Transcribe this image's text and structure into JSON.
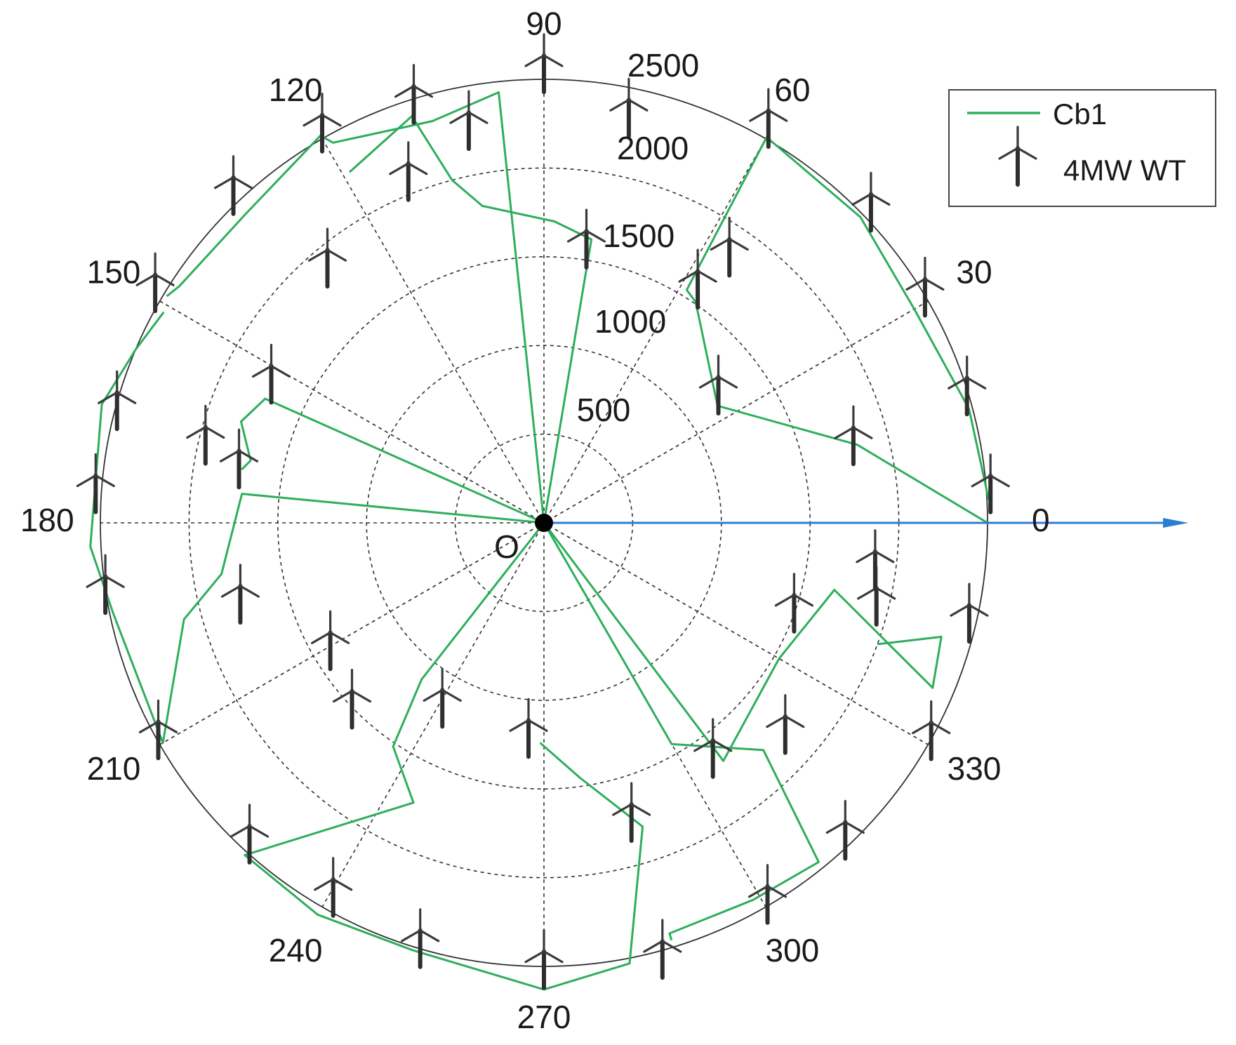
{
  "chart_data": {
    "type": "polar",
    "title": "",
    "angular_ticks": [
      "0",
      "30",
      "60",
      "90",
      "120",
      "150",
      "180",
      "210",
      "240",
      "270",
      "300",
      "330"
    ],
    "angular_tick_values": [
      0,
      30,
      60,
      90,
      120,
      150,
      180,
      210,
      240,
      270,
      300,
      330
    ],
    "radial_ticks": [
      "500",
      "1000",
      "1500",
      "2000",
      "2500"
    ],
    "radial_tick_values": [
      500,
      1000,
      1500,
      2000,
      2500
    ],
    "rlim": [
      0,
      2500
    ],
    "grid": true,
    "origin_label": "O",
    "reference_direction_deg": 0,
    "legend": {
      "placement": "top-right",
      "entries": [
        {
          "label": "Cb1",
          "symbol": "line",
          "color": "#2eae5c"
        },
        {
          "label": "4MW WT",
          "symbol": "turbine-icon",
          "color": "#3a3a3a"
        }
      ]
    },
    "colors": {
      "cable": "#2eae5c",
      "arrow": "#2a7fd4",
      "turbine": "#3a3a3a",
      "grid": "#333333"
    },
    "turbines": [
      {
        "r": 2500,
        "theta": 90
      },
      {
        "r": 2440,
        "theta": 107.5
      },
      {
        "r": 2500,
        "theta": 120
      },
      {
        "r": 2520,
        "theta": 134
      },
      {
        "r": 2530,
        "theta": 150
      },
      {
        "r": 2480,
        "theta": 166
      },
      {
        "r": 2530,
        "theta": 177
      },
      {
        "r": 2510,
        "theta": 190
      },
      {
        "r": 2510,
        "theta": 210
      },
      {
        "r": 2480,
        "theta": 228
      },
      {
        "r": 2450,
        "theta": 241
      },
      {
        "r": 2530,
        "theta": 254
      },
      {
        "r": 2550,
        "theta": 270
      },
      {
        "r": 2580,
        "theta": 285
      },
      {
        "r": 2520,
        "theta": 300
      },
      {
        "r": 2490,
        "theta": 313
      },
      {
        "r": 2520,
        "theta": 330
      },
      {
        "r": 2470,
        "theta": 346
      },
      {
        "r": 2520,
        "theta": 3
      },
      {
        "r": 2480,
        "theta": 16
      },
      {
        "r": 2480,
        "theta": 30
      },
      {
        "r": 2520,
        "theta": 43
      },
      {
        "r": 2530,
        "theta": 60
      },
      {
        "r": 2300,
        "theta": 78
      },
      {
        "r": 2220,
        "theta": 101
      },
      {
        "r": 2040,
        "theta": 112
      },
      {
        "r": 1860,
        "theta": 131
      },
      {
        "r": 1710,
        "theta": 154
      },
      {
        "r": 1740,
        "theta": 171
      },
      {
        "r": 1950,
        "theta": 168
      },
      {
        "r": 1780,
        "theta": 196
      },
      {
        "r": 1420,
        "theta": 212
      },
      {
        "r": 1530,
        "theta": 225
      },
      {
        "r": 1220,
        "theta": 242
      },
      {
        "r": 1250,
        "theta": 266
      },
      {
        "r": 1790,
        "theta": 286
      },
      {
        "r": 1660,
        "theta": 305
      },
      {
        "r": 1830,
        "theta": 318
      },
      {
        "r": 1940,
        "theta": 345
      },
      {
        "r": 1890,
        "theta": 351
      },
      {
        "r": 1510,
        "theta": 339
      },
      {
        "r": 1790,
        "theta": 13
      },
      {
        "r": 1200,
        "theta": 35
      },
      {
        "r": 1800,
        "theta": 54.5
      },
      {
        "r": 1550,
        "theta": 56
      },
      {
        "r": 1530,
        "theta": 81
      }
    ],
    "series": [
      {
        "name": "Cb1",
        "x_theta": [
          0,
          12,
          30,
          43,
          60,
          55,
          36,
          0
        ],
        "y_r": [
          0,
          0,
          0,
          0,
          0,
          0,
          0,
          0
        ]
      },
      {
        "name": "Cb1",
        "x_theta": [
          0,
          12,
          19,
          50,
          62,
          57,
          34
        ],
        "y_r": [
          0,
          0,
          0,
          0,
          0,
          0,
          0
        ]
      },
      {
        "name": "Cb1",
        "x_theta": [
          0,
          81,
          76,
          70,
          63
        ],
        "y_r": [
          0,
          0,
          0,
          0,
          0
        ]
      }
    ],
    "cables": [
      [
        [
          0,
          0
        ],
        [
          2500,
          0
        ],
        [
          1820,
          14
        ],
        [
          1180,
          34
        ],
        [
          1510,
          55.5
        ],
        [
          1540,
          58.5
        ],
        [
          2510,
          60
        ],
        [
          2480,
          44
        ],
        [
          2410,
          30
        ],
        [
          2480,
          15
        ],
        [
          2510,
          3
        ]
      ],
      [
        [
          0,
          0
        ],
        [
          1620,
          80.5
        ],
        [
          1700,
          88
        ],
        [
          1820,
          101
        ],
        [
          2000,
          105
        ],
        [
          2410,
          108
        ],
        [
          2260,
          119
        ]
      ],
      [
        [
          0,
          0
        ],
        [
          2440,
          96
        ],
        [
          2350,
          105.5
        ],
        [
          2450,
          119
        ],
        [
          2520,
          120
        ],
        [
          2420,
          134
        ],
        [
          2450,
          147
        ],
        [
          2480,
          149
        ]
      ],
      [
        [
          0,
          0
        ],
        [
          1720,
          156
        ],
        [
          1800,
          161.5
        ],
        [
          1690,
          168
        ],
        [
          1730,
          170
        ]
      ],
      [
        [
          0,
          0
        ],
        [
          1710,
          174.5
        ],
        [
          1840,
          189
        ],
        [
          2100,
          195
        ],
        [
          2480,
          210
        ],
        [
          2480,
          192
        ],
        [
          2560,
          183
        ],
        [
          2580,
          165
        ],
        [
          2500,
          157
        ],
        [
          2450,
          151
        ]
      ],
      [
        [
          0,
          0
        ],
        [
          1120,
          232
        ],
        [
          1520,
          236
        ],
        [
          1740,
          245
        ],
        [
          2520,
          228
        ],
        [
          2550,
          240
        ],
        [
          2520,
          253
        ],
        [
          2630,
          270
        ],
        [
          2530,
          281
        ],
        [
          1800,
          288
        ],
        [
          1450,
          278
        ],
        [
          1240,
          269
        ]
      ],
      [
        [
          0,
          0
        ],
        [
          1440,
          300
        ],
        [
          1780,
          314
        ],
        [
          2460,
          309
        ],
        [
          2430,
          299
        ],
        [
          2420,
          287
        ],
        [
          2460,
          287
        ]
      ],
      [
        [
          0,
          0
        ],
        [
          1680,
          307
        ],
        [
          1530,
          330
        ],
        [
          1680,
          347
        ],
        [
          2380,
          337
        ],
        [
          2330,
          344
        ],
        [
          2000,
          340
        ]
      ]
    ]
  }
}
